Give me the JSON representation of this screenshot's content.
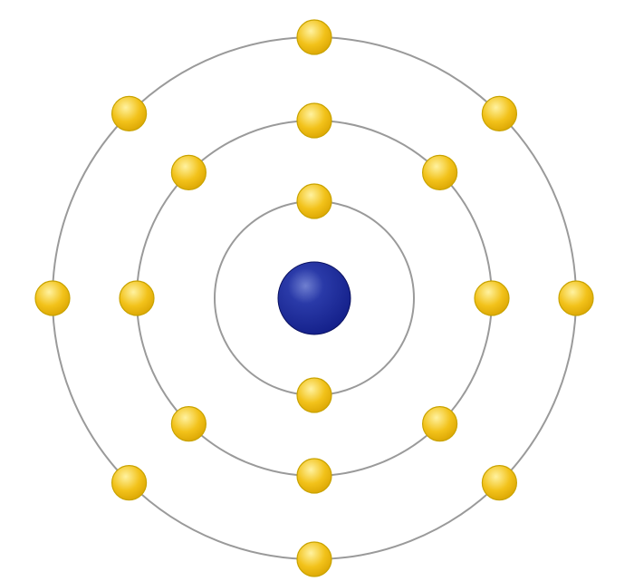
{
  "diagram": {
    "type": "bohr-atom-model",
    "nucleus": {
      "color": "#14208a",
      "highlight_color": "#6f7fd0"
    },
    "electron_color": "#f2c21a",
    "electron_highlight_color": "#fff2a0",
    "shell_color": "#9a9a9a",
    "shells": [
      {
        "shell": 1,
        "electron_count": 2
      },
      {
        "shell": 2,
        "electron_count": 8
      },
      {
        "shell": 3,
        "electron_count": 8
      }
    ]
  }
}
